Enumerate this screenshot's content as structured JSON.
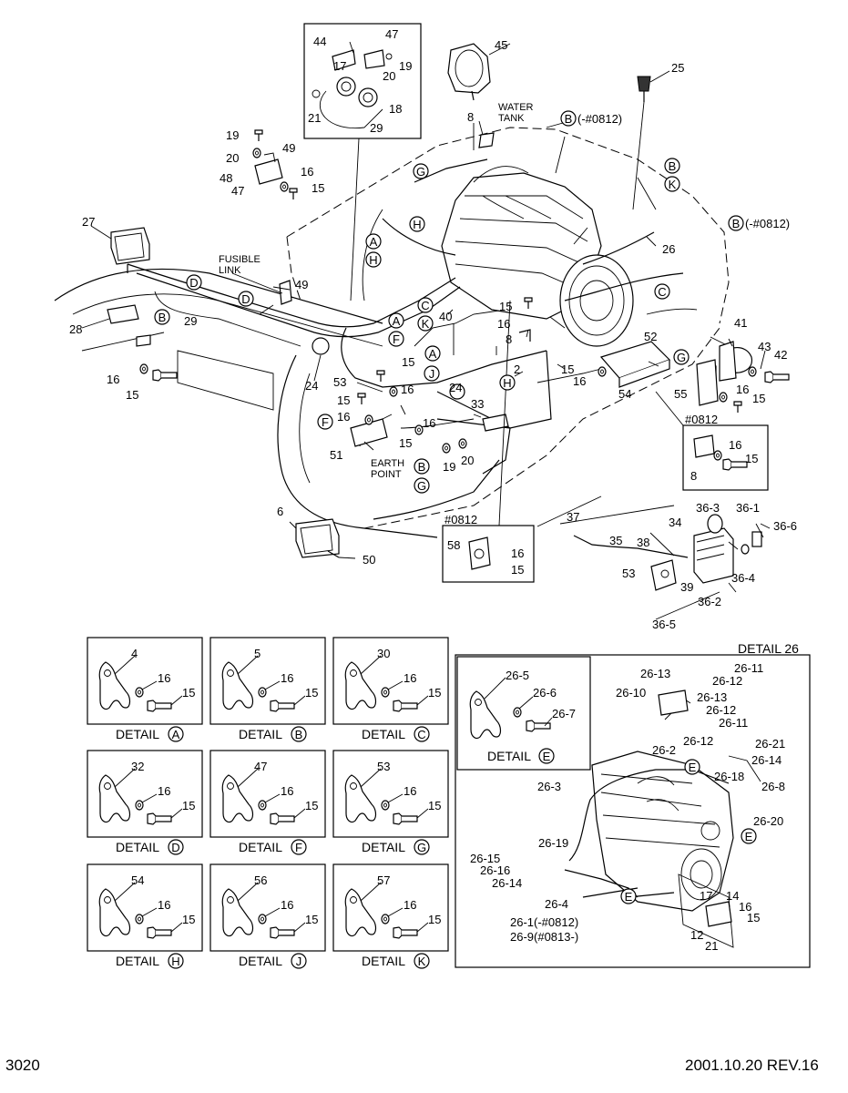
{
  "page": {
    "page_number": "3020",
    "date_revision": "2001.10.20 REV.16"
  },
  "annotations": {
    "water_tank": [
      "WATER",
      "TANK"
    ],
    "fusible_link": [
      "FUSIBLE",
      "LINK"
    ],
    "earth_point": [
      "EARTH",
      "POINT"
    ],
    "ref_b_0812": "(-#0812)",
    "serial_box1": "#0812",
    "serial_box2": "#0812"
  },
  "callouts": {
    "A": "A",
    "B": "B",
    "C": "C",
    "D": "D",
    "E": "E",
    "F": "F",
    "G": "G",
    "H": "H",
    "J": "J",
    "K": "K"
  },
  "parts": {
    "p2": "2",
    "p6": "6",
    "p8": "8",
    "p14": "14",
    "p15": "15",
    "p16": "16",
    "p17": "17",
    "p18": "18",
    "p19": "19",
    "p20": "20",
    "p21": "21",
    "p24": "24",
    "p25": "25",
    "p26": "26",
    "p27": "27",
    "p28": "28",
    "p29": "29",
    "p33": "33",
    "p34": "34",
    "p35": "35",
    "p37": "37",
    "p38": "38",
    "p39": "39",
    "p40": "40",
    "p41": "41",
    "p42": "42",
    "p43": "43",
    "p44": "44",
    "p45": "45",
    "p47": "47",
    "p48": "48",
    "p49": "49",
    "p50": "50",
    "p51": "51",
    "p52": "52",
    "p53": "53",
    "p54": "54",
    "p55": "55",
    "p58": "58",
    "p12": "12",
    "p36_1": "36-1",
    "p36_2": "36-2",
    "p36_3": "36-3",
    "p36_4": "36-4",
    "p36_5": "36-5",
    "p36_6": "36-6"
  },
  "detail26": {
    "title": "DETAIL 26",
    "sub_caption": "DETAIL",
    "sub_letter": "E",
    "labels": {
      "p26_1": "26-1(-#0812)",
      "p26_2": "26-2",
      "p26_3": "26-3",
      "p26_4": "26-4",
      "p26_5": "26-5",
      "p26_6": "26-6",
      "p26_7": "26-7",
      "p26_8": "26-8",
      "p26_9": "26-9(#0813-)",
      "p26_10": "26-10",
      "p26_11": "26-11",
      "p26_12": "26-12",
      "p26_13": "26-13",
      "p26_14": "26-14",
      "p26_15": "26-15",
      "p26_16": "26-16",
      "p26_18": "26-18",
      "p26_19": "26-19",
      "p26_20": "26-20",
      "p26_21": "26-21"
    }
  },
  "details": [
    {
      "part": "4",
      "washer": "16",
      "bolt": "15",
      "caption": "DETAIL",
      "letter": "A"
    },
    {
      "part": "5",
      "washer": "16",
      "bolt": "15",
      "caption": "DETAIL",
      "letter": "B"
    },
    {
      "part": "30",
      "washer": "16",
      "bolt": "15",
      "caption": "DETAIL",
      "letter": "C"
    },
    {
      "part": "32",
      "washer": "16",
      "bolt": "15",
      "caption": "DETAIL",
      "letter": "D"
    },
    {
      "part": "47",
      "washer": "16",
      "bolt": "15",
      "caption": "DETAIL",
      "letter": "F"
    },
    {
      "part": "53",
      "washer": "16",
      "bolt": "15",
      "caption": "DETAIL",
      "letter": "G"
    },
    {
      "part": "54",
      "washer": "16",
      "bolt": "15",
      "caption": "DETAIL",
      "letter": "H"
    },
    {
      "part": "56",
      "washer": "16",
      "bolt": "15",
      "caption": "DETAIL",
      "letter": "J"
    },
    {
      "part": "57",
      "washer": "16",
      "bolt": "15",
      "caption": "DETAIL",
      "letter": "K"
    }
  ]
}
